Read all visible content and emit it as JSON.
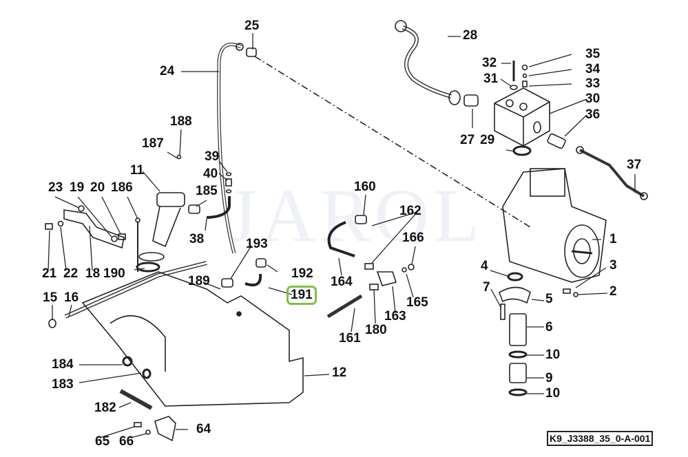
{
  "diagram": {
    "type": "exploded parts diagram",
    "watermark": "JAROL",
    "reference_code": "K9_J3388_35_0-A-001",
    "highlight_color": "#7dc242",
    "highlighted_label": "191",
    "labels": [
      {
        "id": "25",
        "text": "25"
      },
      {
        "id": "24",
        "text": "24"
      },
      {
        "id": "28",
        "text": "28"
      },
      {
        "id": "32",
        "text": "32"
      },
      {
        "id": "35",
        "text": "35"
      },
      {
        "id": "34",
        "text": "34"
      },
      {
        "id": "31",
        "text": "31"
      },
      {
        "id": "33",
        "text": "33"
      },
      {
        "id": "30",
        "text": "30"
      },
      {
        "id": "36",
        "text": "36"
      },
      {
        "id": "27",
        "text": "27"
      },
      {
        "id": "29",
        "text": "29"
      },
      {
        "id": "37",
        "text": "37"
      },
      {
        "id": "188",
        "text": "188"
      },
      {
        "id": "187",
        "text": "187"
      },
      {
        "id": "11",
        "text": "11"
      },
      {
        "id": "39",
        "text": "39"
      },
      {
        "id": "40",
        "text": "40"
      },
      {
        "id": "185",
        "text": "185"
      },
      {
        "id": "23",
        "text": "23"
      },
      {
        "id": "19",
        "text": "19"
      },
      {
        "id": "20",
        "text": "20"
      },
      {
        "id": "186",
        "text": "186"
      },
      {
        "id": "38",
        "text": "38"
      },
      {
        "id": "160",
        "text": "160"
      },
      {
        "id": "162",
        "text": "162"
      },
      {
        "id": "166",
        "text": "166"
      },
      {
        "id": "1",
        "text": "1"
      },
      {
        "id": "193",
        "text": "193"
      },
      {
        "id": "192",
        "text": "192"
      },
      {
        "id": "21",
        "text": "21"
      },
      {
        "id": "22",
        "text": "22"
      },
      {
        "id": "18",
        "text": "18"
      },
      {
        "id": "190",
        "text": "190"
      },
      {
        "id": "164",
        "text": "164"
      },
      {
        "id": "4",
        "text": "4"
      },
      {
        "id": "3",
        "text": "3"
      },
      {
        "id": "189",
        "text": "189"
      },
      {
        "id": "191",
        "text": "191"
      },
      {
        "id": "7",
        "text": "7"
      },
      {
        "id": "2",
        "text": "2"
      },
      {
        "id": "15",
        "text": "15"
      },
      {
        "id": "16",
        "text": "16"
      },
      {
        "id": "165",
        "text": "165"
      },
      {
        "id": "5",
        "text": "5"
      },
      {
        "id": "163",
        "text": "163"
      },
      {
        "id": "180",
        "text": "180"
      },
      {
        "id": "6",
        "text": "6"
      },
      {
        "id": "161",
        "text": "161"
      },
      {
        "id": "10a",
        "text": "10"
      },
      {
        "id": "184",
        "text": "184"
      },
      {
        "id": "12",
        "text": "12"
      },
      {
        "id": "183",
        "text": "183"
      },
      {
        "id": "9",
        "text": "9"
      },
      {
        "id": "10b",
        "text": "10"
      },
      {
        "id": "182",
        "text": "182"
      },
      {
        "id": "64",
        "text": "64"
      },
      {
        "id": "65",
        "text": "65"
      },
      {
        "id": "66",
        "text": "66"
      }
    ]
  }
}
